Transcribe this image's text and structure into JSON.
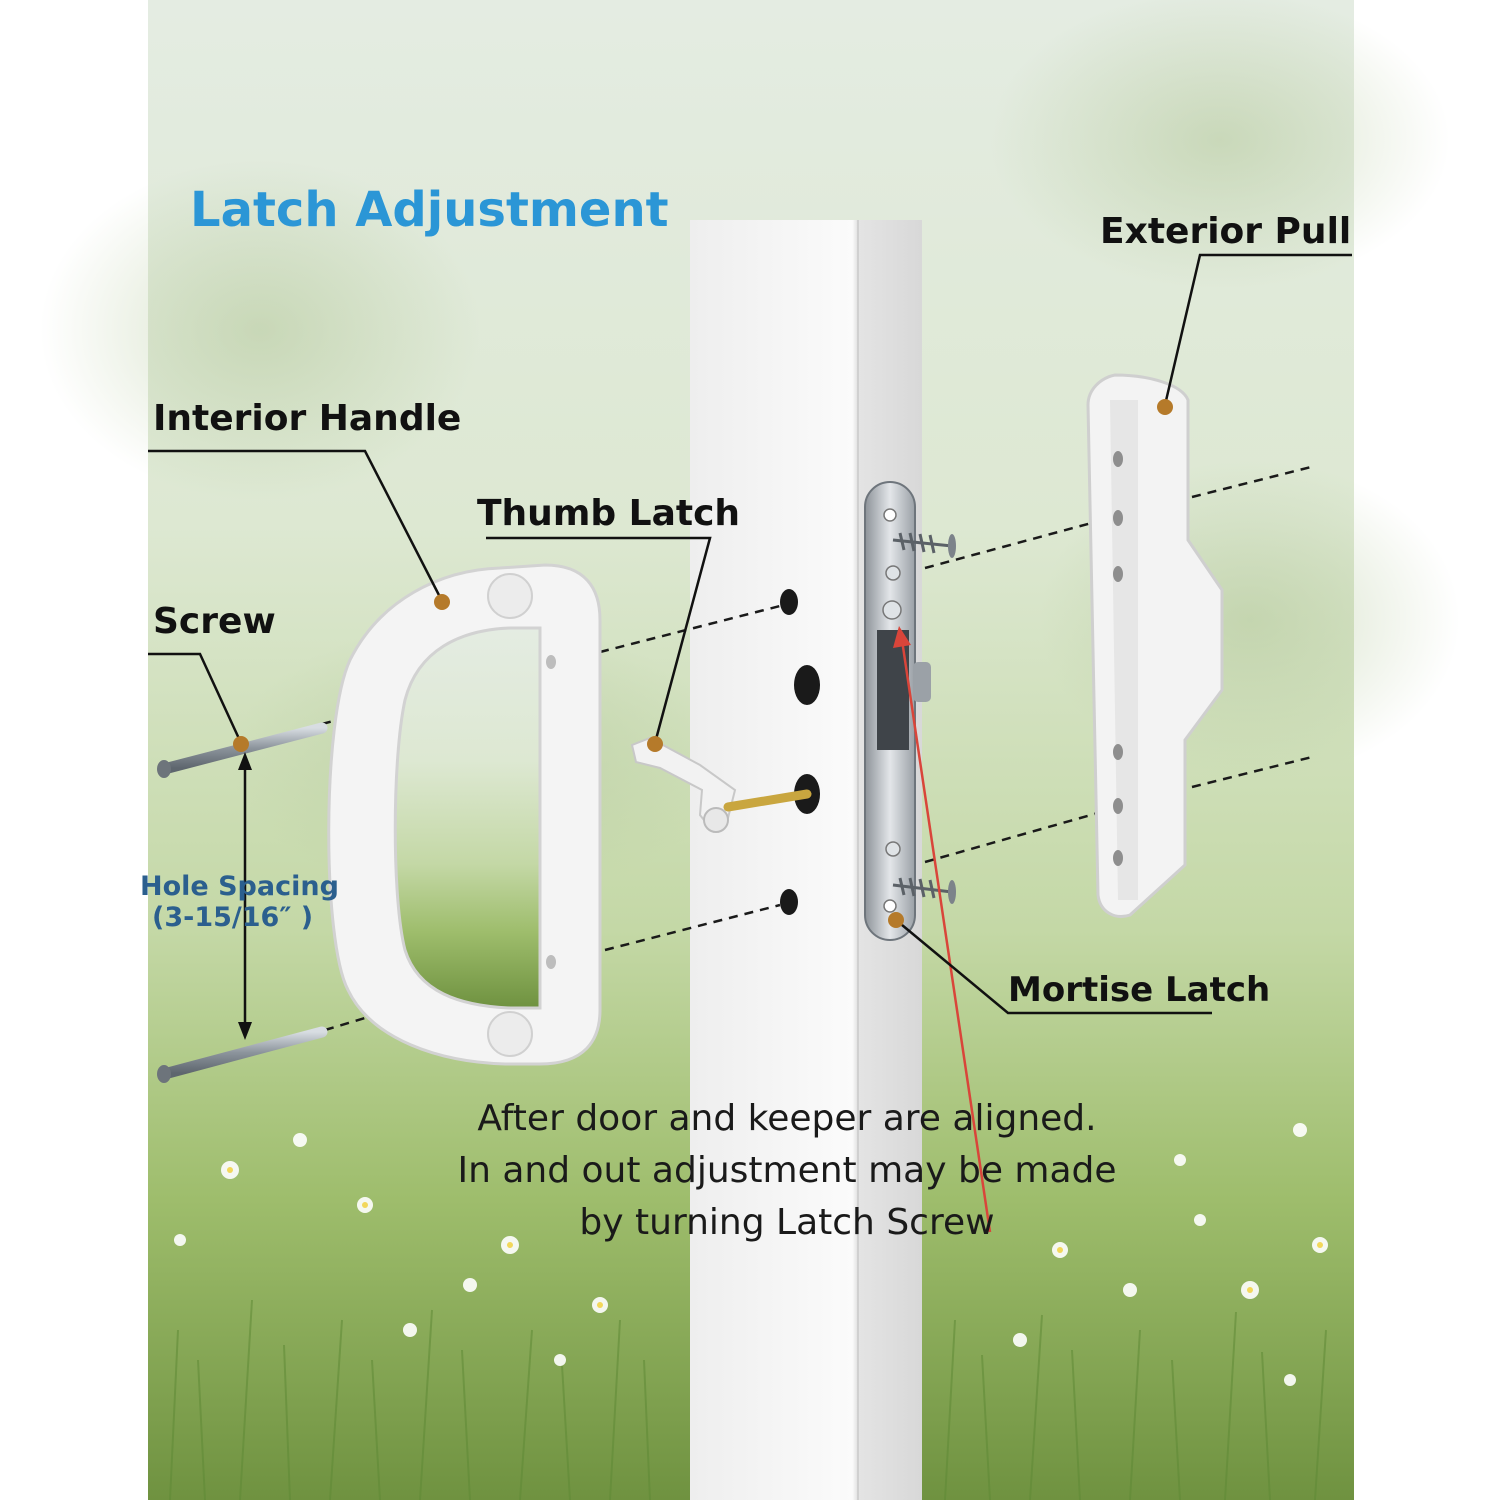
{
  "title": "Latch Adjustment",
  "labels": {
    "exterior_pull": "Exterior Pull",
    "interior_handle": "Interior Handle",
    "thumb_latch": "Thumb Latch",
    "screw": "Screw",
    "mortise_latch": "Mortise Latch"
  },
  "hole_spacing": {
    "line1": "Hole Spacing",
    "line2": "(3-15/16″ )"
  },
  "instruction": {
    "line1": "After door and keeper are aligned.",
    "line2": "In and out adjustment may be made",
    "line3": "by turning Latch Screw"
  },
  "colors": {
    "title": "#2b96d6",
    "spacing_text": "#2b5f8e",
    "marker": "#b57a2a",
    "adjust_arrow": "#d9453a",
    "leader": "#111111",
    "bg_top": "#e6eee0",
    "grass": "#7fa04a"
  }
}
